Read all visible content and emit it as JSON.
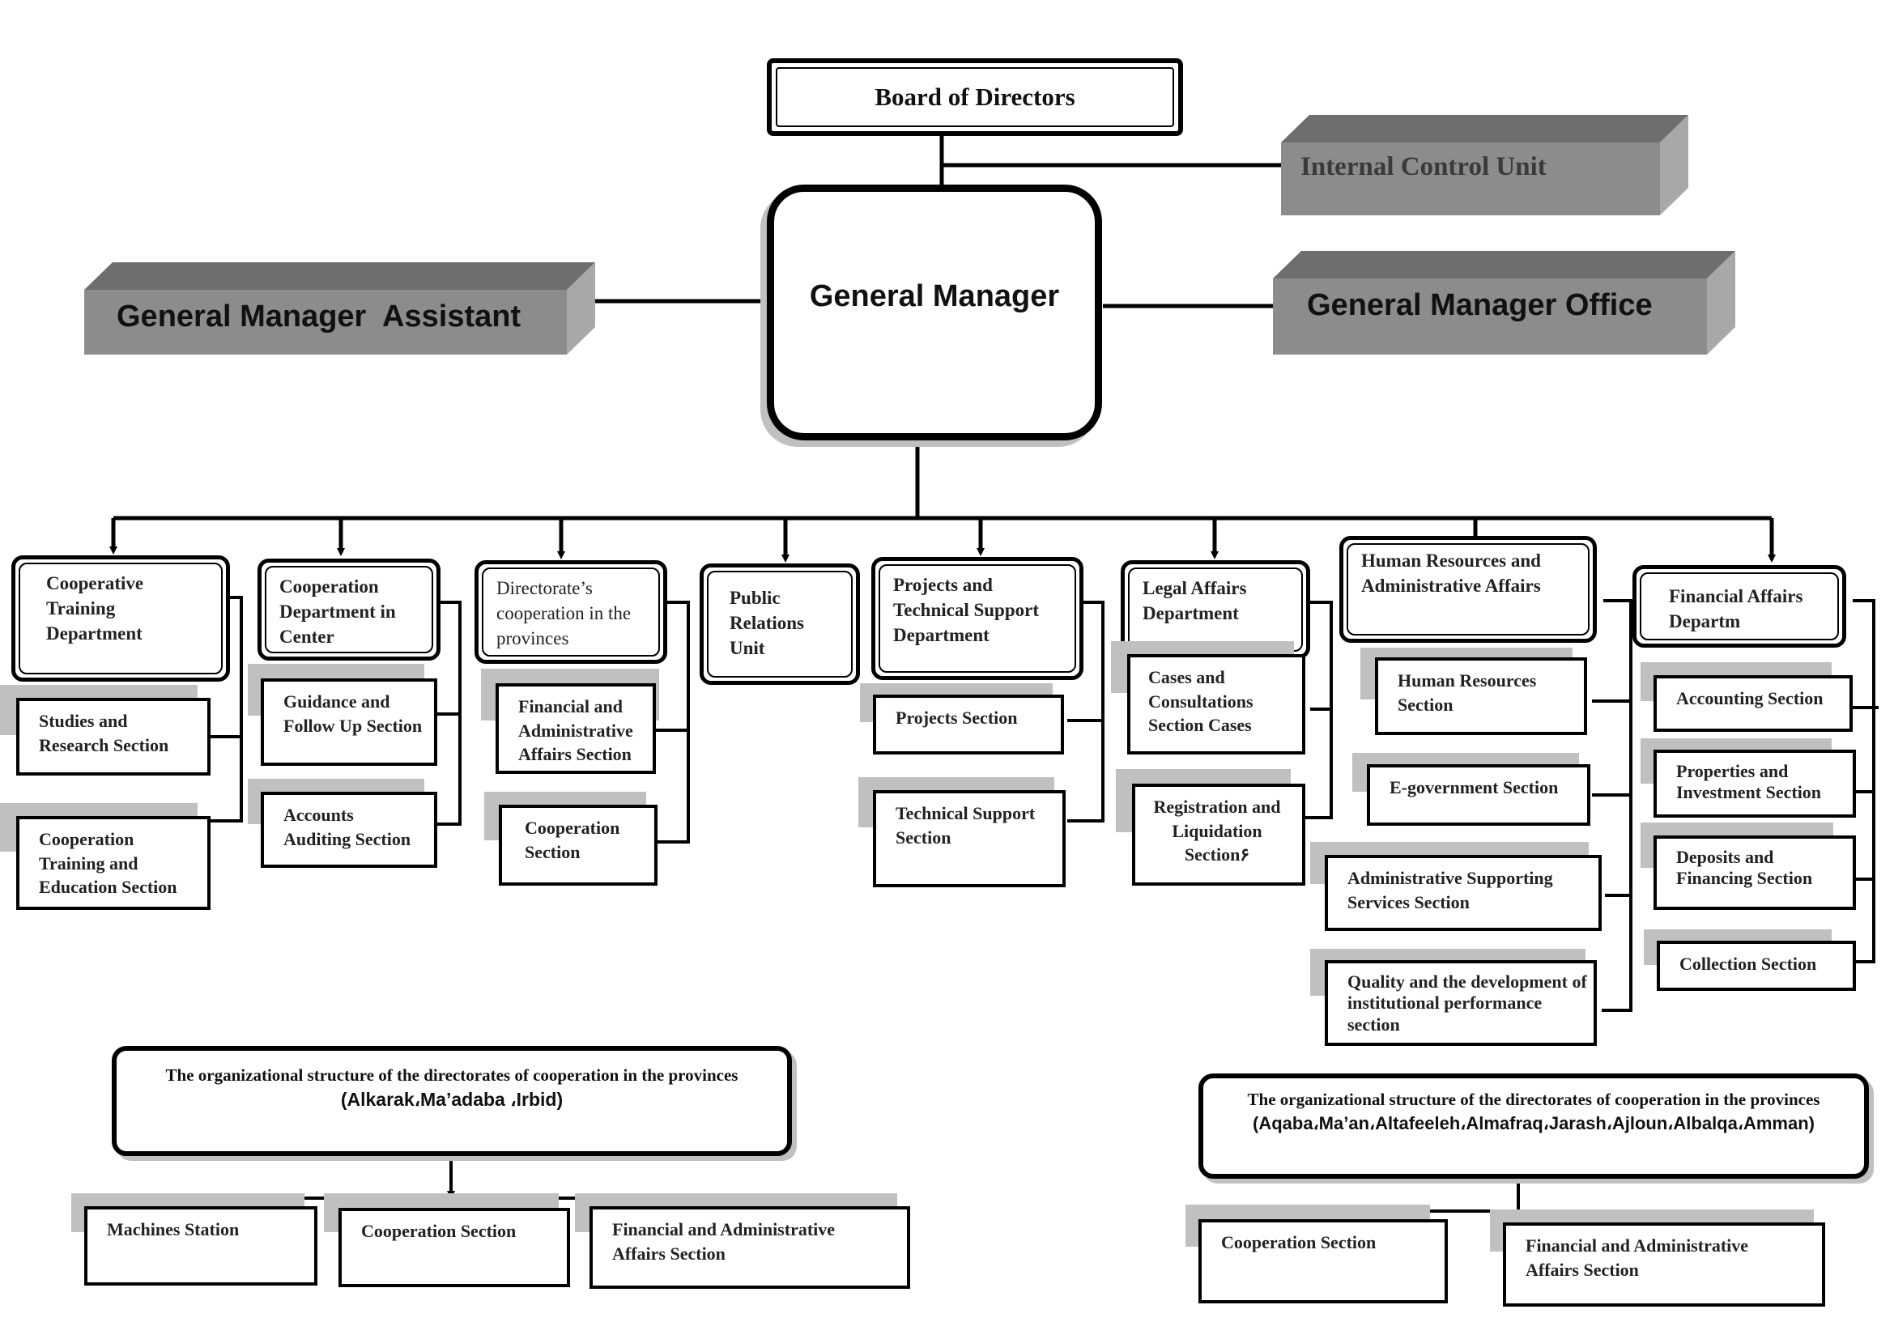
{
  "top": {
    "board": "Board of Directors",
    "internal_control": "Internal Control Unit",
    "general_manager": "General Manager",
    "gm_assistant": "General Manager  Assistant",
    "gm_office": "General Manager Office"
  },
  "departments": {
    "cooperative_training": "Cooperative Training Department",
    "cooperation_center": "Cooperation Department in Center",
    "directorate_provinces": "Directorate’s cooperation in the provinces",
    "public_relations": "Public Relations Unit",
    "projects_technical": "Projects and Technical Support Department",
    "legal_affairs": "Legal Affairs Department",
    "human_resources": "Human Resources and Administrative Affairs",
    "financial_affairs": "Financial Affairs Departm"
  },
  "sections": {
    "studies_research": "Studies and Research Section",
    "coop_training_education": "Cooperation Training and Education Section",
    "guidance_follow_up": "Guidance and Follow Up Section",
    "accounts_auditing": "Accounts Auditing Section",
    "financial_admin_affairs": "Financial and Administrative Affairs Section",
    "cooperation": "Cooperation Section",
    "projects": "Projects Section",
    "technical_support": "Technical Support Section",
    "cases_consultations": "Cases and Consultations Section Cases",
    "registration_liquidation": "Registration and Liquidation Section۶",
    "hr_section": "Human Resources Section",
    "e_government": "E-government Section",
    "admin_supporting": "Administrative Supporting Services Section",
    "quality_development": "Quality and the development of institutional performance section",
    "accounting": "Accounting Section",
    "properties_investment": "Properties and Investment Section",
    "deposits_financing": "Deposits and Financing Section",
    "collection": "Collection Section"
  },
  "provinces_a": {
    "title": "The organizational structure of the directorates of cooperation in the provinces",
    "list": "(Alkarak،Ma’adaba ،Irbid)",
    "children": [
      "Machines Station",
      "Cooperation Section",
      "Financial and Administrative Affairs Section"
    ]
  },
  "provinces_b": {
    "title": "The organizational structure of the directorates of cooperation in the provinces",
    "list": "(Aqaba،Ma’an،Altafeeleh،Almafraq،Jarash،Ajloun،Albalqa،Amman)",
    "children": [
      "Cooperation Section",
      "Financial and Administrative Affairs Section"
    ]
  },
  "colors": {
    "line": "#000000",
    "shadow": "#c0c0c0",
    "bar_front": "#8c8c8c",
    "bar_top": "#6e6e6e",
    "bar_side": "#a8a8a8"
  }
}
